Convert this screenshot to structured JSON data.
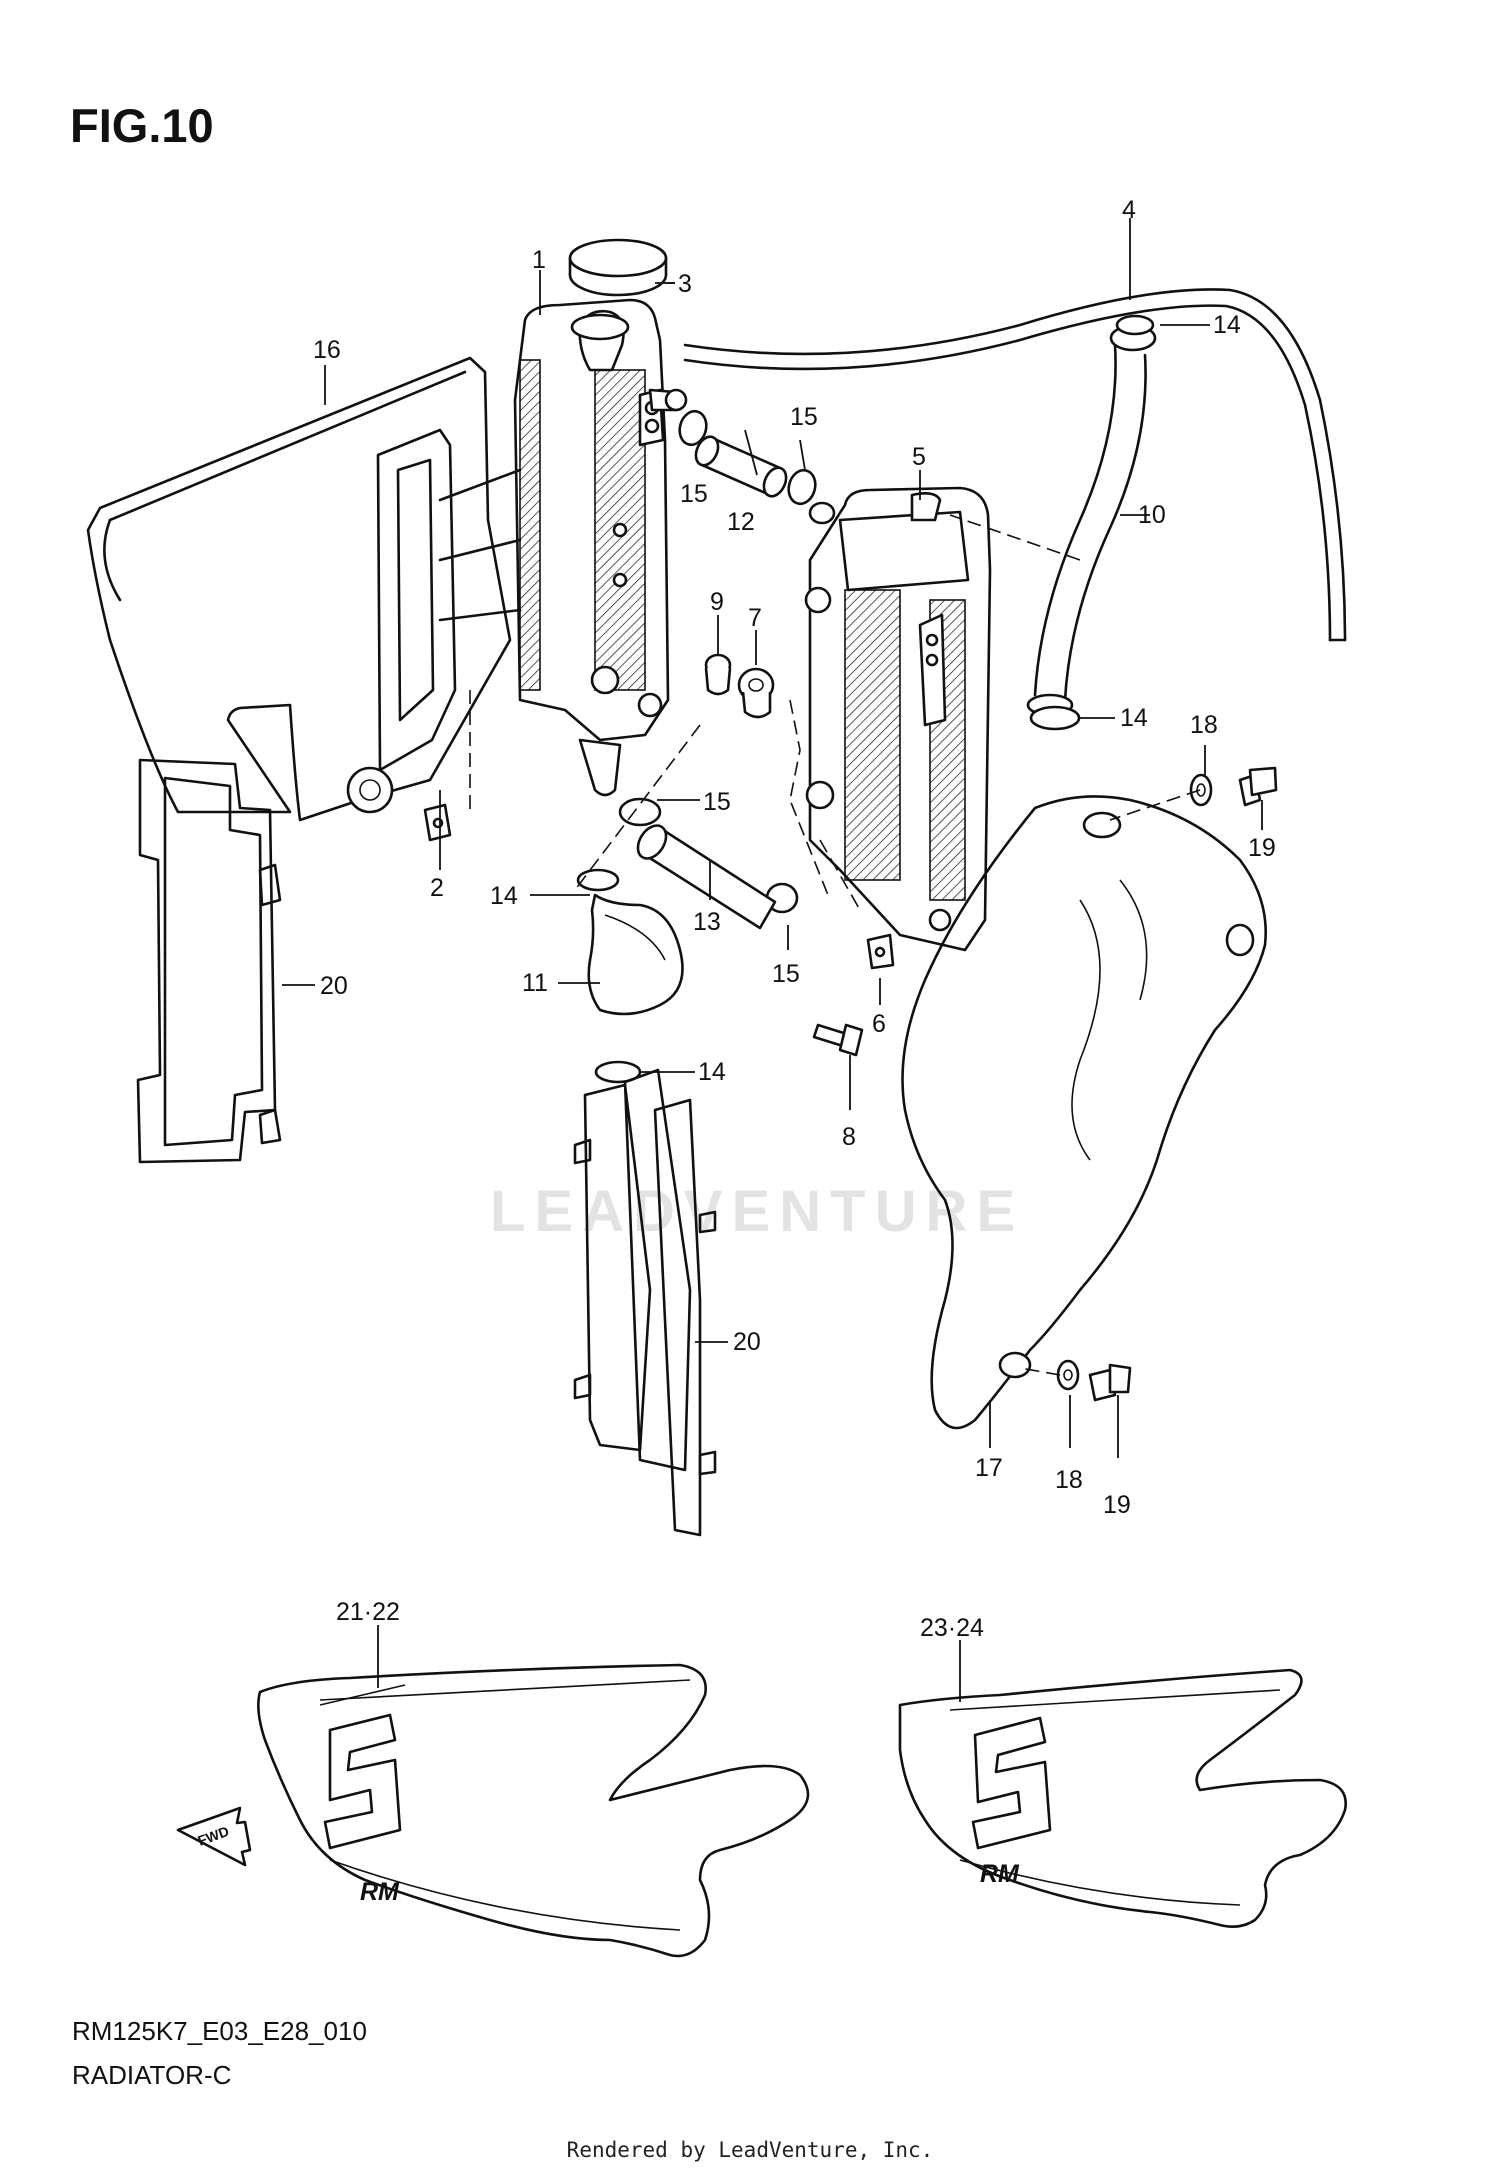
{
  "figure": {
    "title": "FIG.10",
    "model_code": "RM125K7_E03_E28_010",
    "section_name": "RADIATOR-C",
    "footer": "Rendered by LeadVenture, Inc.",
    "watermark": "LEADVENTURE"
  },
  "callouts": {
    "c1": "1",
    "c2": "2",
    "c3": "3",
    "c4": "4",
    "c5": "5",
    "c6": "6",
    "c7": "7",
    "c8": "8",
    "c9": "9",
    "c10": "10",
    "c11": "11",
    "c12": "12",
    "c13": "13",
    "c14": "14",
    "c15": "15",
    "c16": "16",
    "c17": "17",
    "c18": "18",
    "c19": "19",
    "c20": "20",
    "c21_22": "21·22",
    "c23_24": "23·24"
  },
  "decals": {
    "fwd_arrow_label": "FWD",
    "rm_logo": "RM"
  }
}
